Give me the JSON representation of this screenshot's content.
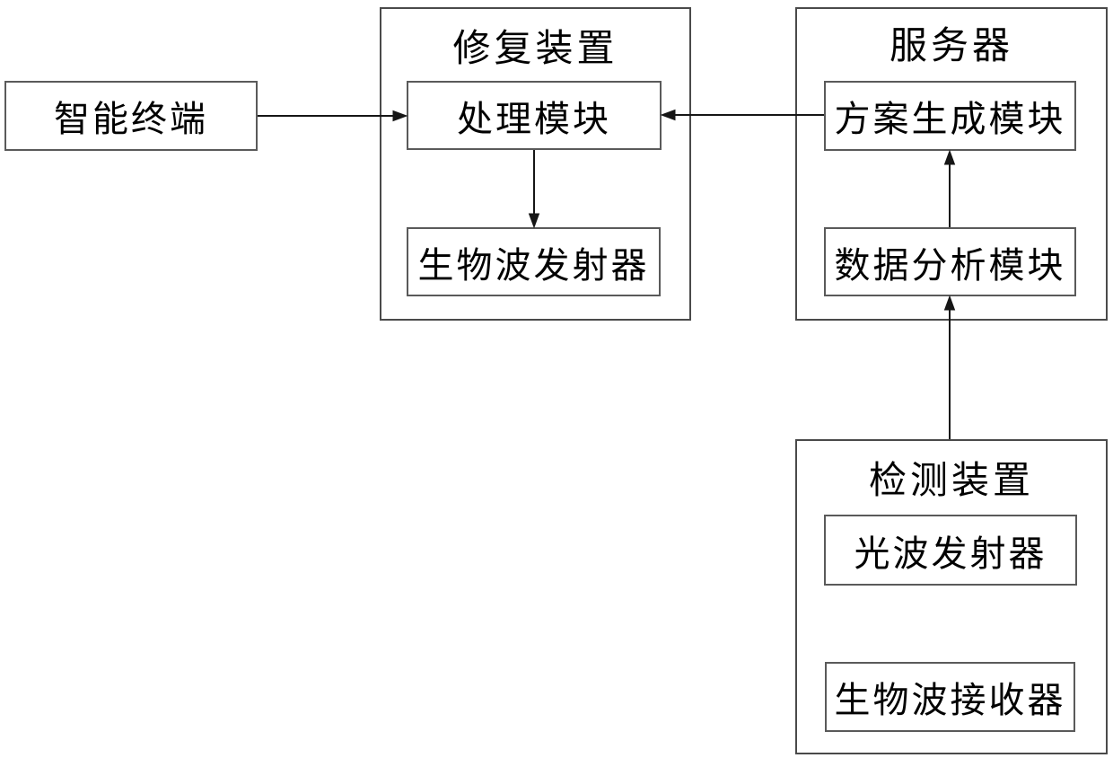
{
  "figure": {
    "kind": "patent-block-diagram",
    "background": "#ffffff"
  },
  "nodes": {
    "smart_terminal": {
      "label": "智能终端"
    },
    "repair_device": {
      "label": "修复装置"
    },
    "processing_module": {
      "label": "处理模块"
    },
    "bio_wave_transmitter": {
      "label": "生物波发射器"
    },
    "server": {
      "label": "服务器"
    },
    "scheme_generation_module": {
      "label": "方案生成模块"
    },
    "data_analysis_module": {
      "label": "数据分析模块"
    },
    "detection_device": {
      "label": "检测装置"
    },
    "light_wave_transmitter": {
      "label": "光波发射器"
    },
    "bio_wave_receiver": {
      "label": "生物波接收器"
    }
  },
  "containment": [
    {
      "parent": "修复装置",
      "children": [
        "处理模块",
        "生物波发射器"
      ]
    },
    {
      "parent": "服务器",
      "children": [
        "方案生成模块",
        "数据分析模块"
      ]
    },
    {
      "parent": "检测装置",
      "children": [
        "光波发射器",
        "生物波接收器"
      ]
    }
  ],
  "edges": [
    {
      "from": "智能终端",
      "to": "处理模块",
      "arrow": "right"
    },
    {
      "from": "方案生成模块",
      "to": "处理模块",
      "arrow": "left"
    },
    {
      "from": "处理模块",
      "to": "生物波发射器",
      "arrow": "down"
    },
    {
      "from": "数据分析模块",
      "to": "方案生成模块",
      "arrow": "up"
    },
    {
      "from": "检测装置",
      "to": "数据分析模块",
      "arrow": "up"
    }
  ],
  "colors": {
    "line": "#161616",
    "box_border": "#5a5a5a",
    "container_border": "#4a4a4a",
    "background": "#ffffff",
    "text": "#000000"
  }
}
